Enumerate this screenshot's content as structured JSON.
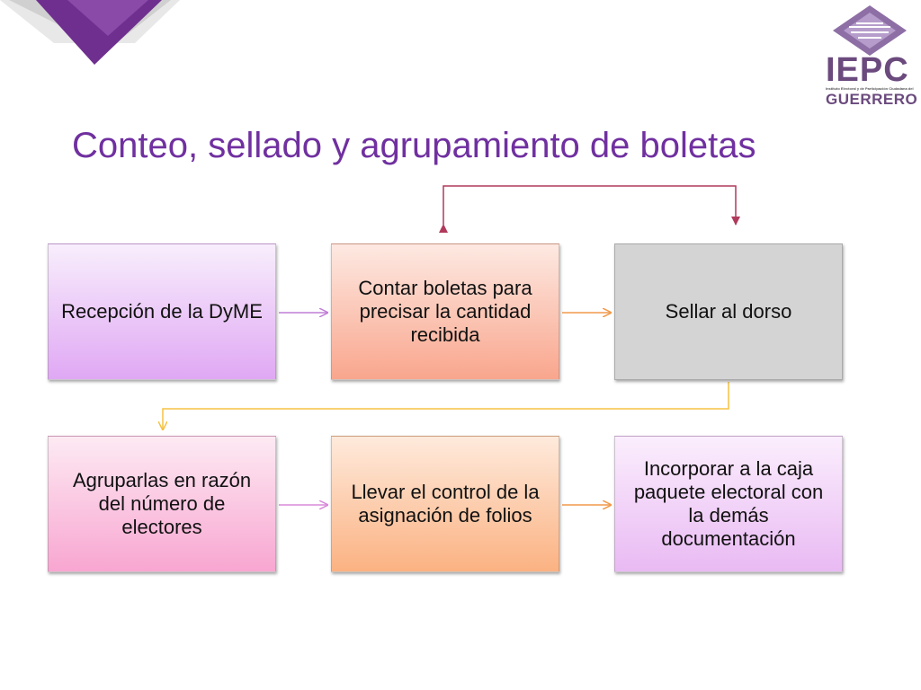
{
  "slide": {
    "title": "Conteo, sellado y agrupamiento de boletas"
  },
  "logo": {
    "name": "IEPC",
    "subtitle": "Instituto Electoral y de Participación Ciudadana del Estado de",
    "state": "GUERRERO",
    "colors": {
      "primary": "#6b4a7e",
      "accent": "#7030a0"
    }
  },
  "diagram": {
    "steps": [
      {
        "label": "Recepción de la DyME",
        "color": "#e0a8f4"
      },
      {
        "label": "Contar boletas para precisar la cantidad recibida",
        "color": "#f9a68d"
      },
      {
        "label": "Sellar al dorso",
        "color": "#d4d4d4"
      },
      {
        "label": "Agruparlas en razón del número de electores",
        "color": "#f8a6d1"
      },
      {
        "label": "Llevar el control de la asignación de folios",
        "color": "#fbb282"
      },
      {
        "label": "Incorporar a la caja paquete electoral con la demás documentación",
        "color": "#e9baf3"
      }
    ],
    "connector_colors": {
      "purple": "#c17fd6",
      "orange": "#f2994a",
      "crimson": "#b03a5b",
      "yellow": "#f5c242"
    }
  }
}
